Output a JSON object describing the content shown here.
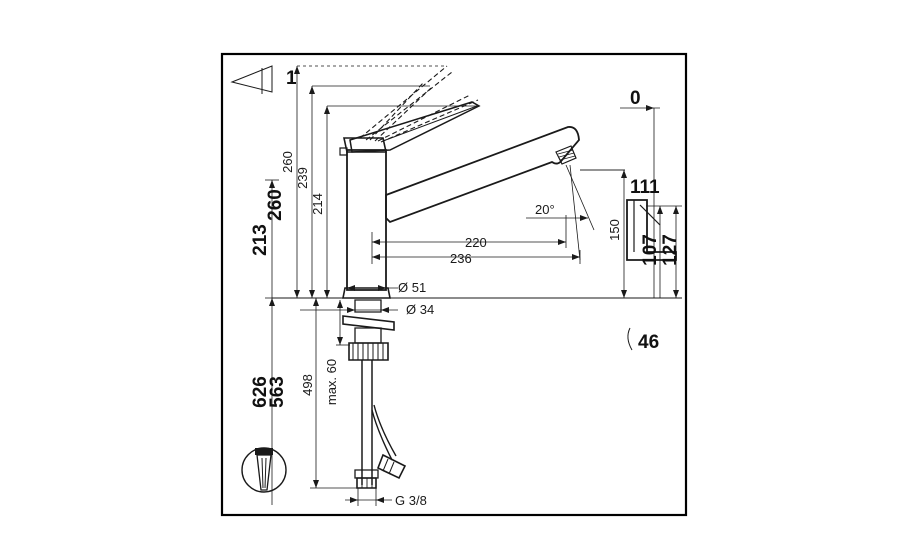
{
  "dimensions": {
    "v_260": "260",
    "v_239": "239",
    "v_214": "214",
    "v_260_bold": "260",
    "v_213": "213",
    "v_626": "626",
    "v_563": "563",
    "v_498": "498",
    "v_max60": "max. 60",
    "top_1": "1",
    "h_220": "220",
    "h_236": "236",
    "angle_20": "20°",
    "v_150": "150",
    "dia_51": "Ø 51",
    "dia_34": "Ø 34",
    "thread": "G 3/8",
    "side_0": "0",
    "side_111": "111",
    "side_107": "107",
    "side_127": "127",
    "side_46": "46"
  },
  "colors": {
    "line": "#1a1a1a",
    "frame": "#000000",
    "background": "#ffffff"
  }
}
